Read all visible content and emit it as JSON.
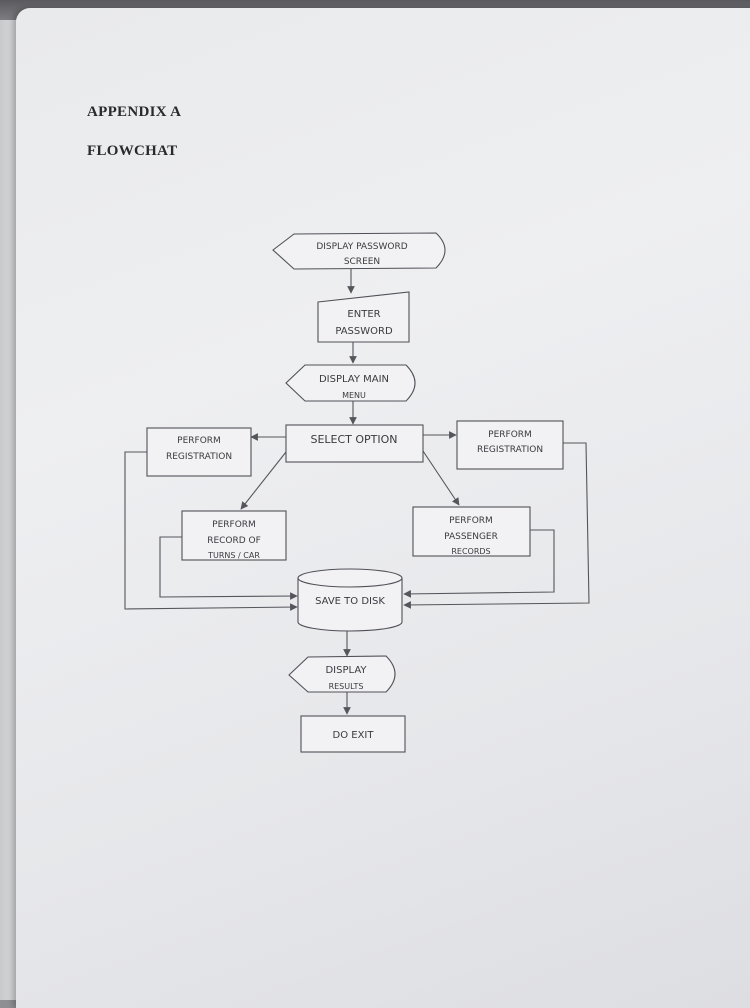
{
  "document": {
    "heading1": "APPENDIX A",
    "heading2": "FLOWCHAT"
  },
  "flowchart": {
    "nodes": {
      "display_password": {
        "line1": "DISPLAY PASSWORD",
        "line2": "SCREEN"
      },
      "enter_password": {
        "line1": "ENTER",
        "line2": "PASSWORD"
      },
      "display_main_menu": {
        "line1": "DISPLAY MAIN",
        "line2": "MENU"
      },
      "select_option": {
        "label": "SELECT OPTION"
      },
      "perform_registration_left": {
        "line1": "PERFORM",
        "line2": "REGISTRATION"
      },
      "perform_registration_right": {
        "line1": "PERFORM",
        "line2": "REGISTRATION"
      },
      "perform_record": {
        "line1": "PERFORM",
        "line2": "RECORD OF",
        "line3": "TURNS / CAR"
      },
      "perform_passenger": {
        "line1": "PERFORM",
        "line2": "PASSENGER",
        "line3": "RECORDS"
      },
      "save_to_disk": {
        "label": "SAVE TO DISK"
      },
      "display_results": {
        "line1": "DISPLAY",
        "line2": "RESULTS"
      },
      "do_exit": {
        "label": "DO EXIT"
      }
    }
  }
}
